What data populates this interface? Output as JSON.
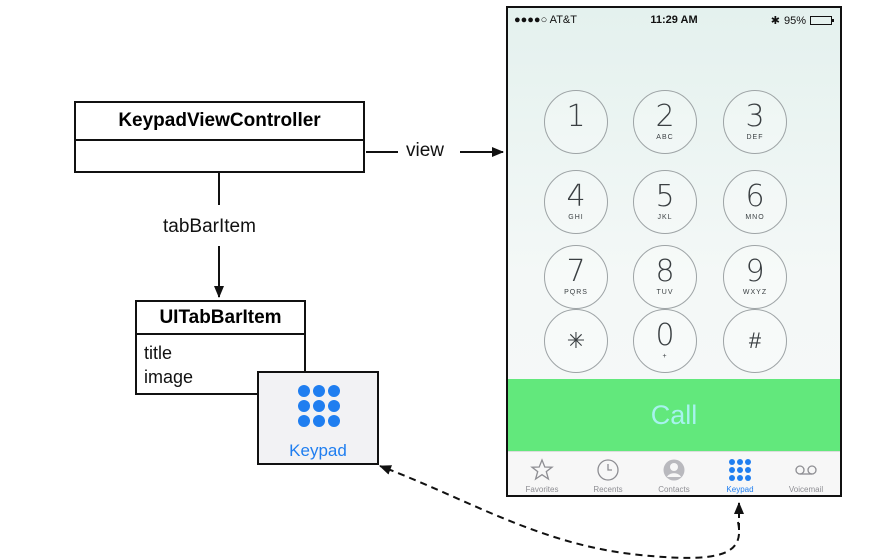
{
  "diagram": {
    "controller_class": "KeypadViewController",
    "tab_item_class": "UITabBarItem",
    "tab_item_attributes": [
      "title",
      "image"
    ],
    "view_label": "view",
    "tab_bar_item_label": "tabBarItem",
    "tab_item_preview_title": "Keypad"
  },
  "phone": {
    "status_bar": {
      "carrier": "●●●●○ AT&T",
      "time": "11:29 AM",
      "battery": "95%",
      "battery_level": 0.95
    },
    "keys": [
      {
        "digit": "1",
        "letters": ""
      },
      {
        "digit": "2",
        "letters": "ABC"
      },
      {
        "digit": "3",
        "letters": "DEF"
      },
      {
        "digit": "4",
        "letters": "GHI"
      },
      {
        "digit": "5",
        "letters": "JKL"
      },
      {
        "digit": "6",
        "letters": "MNO"
      },
      {
        "digit": "7",
        "letters": "PQRS"
      },
      {
        "digit": "8",
        "letters": "TUV"
      },
      {
        "digit": "9",
        "letters": "WXYZ"
      },
      {
        "digit": "✳",
        "letters": ""
      },
      {
        "digit": "0",
        "letters": "+"
      },
      {
        "digit": "#",
        "letters": ""
      }
    ],
    "call_label": "Call",
    "tabs": [
      {
        "label": "Favorites",
        "icon": "star-icon"
      },
      {
        "label": "Recents",
        "icon": "clock-icon"
      },
      {
        "label": "Contacts",
        "icon": "contact-icon"
      },
      {
        "label": "Keypad",
        "icon": "keypad-icon"
      },
      {
        "label": "Voicemail",
        "icon": "voicemail-icon"
      }
    ]
  },
  "colors": {
    "accent": "#1f7ef0",
    "call_green": "#62e87c",
    "call_text": "#a7f3ee"
  }
}
